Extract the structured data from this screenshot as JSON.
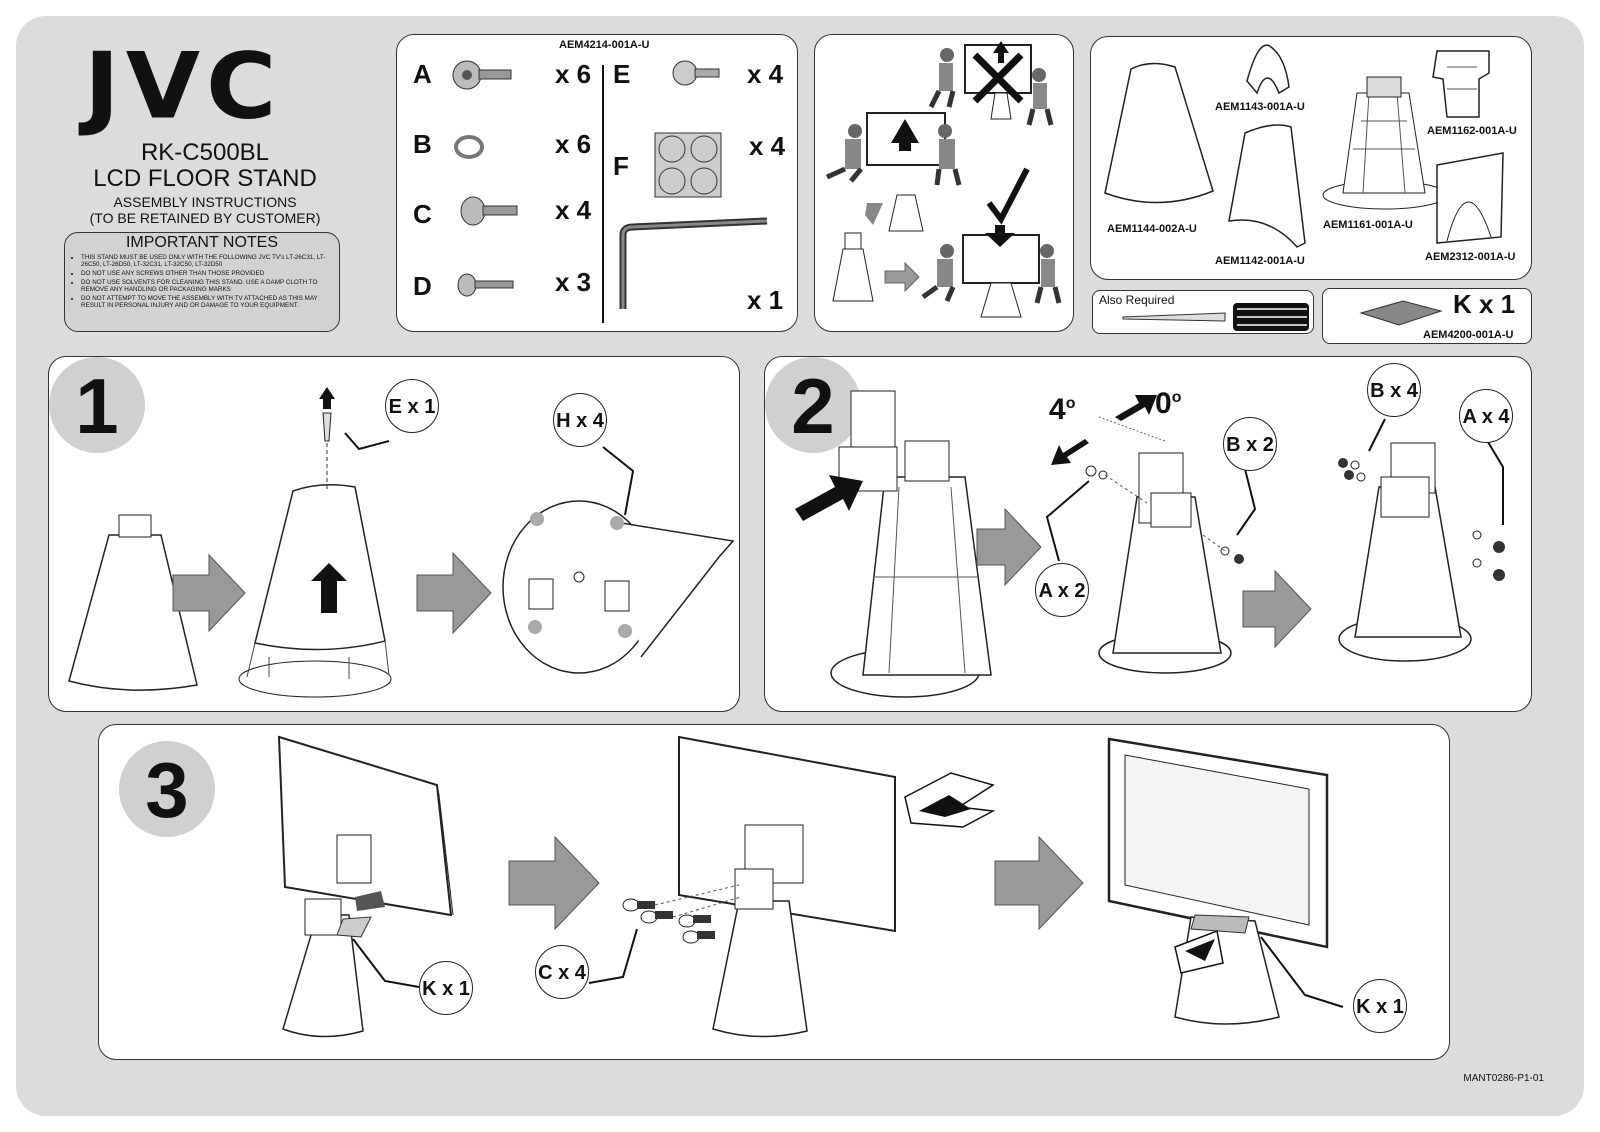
{
  "header": {
    "brand": "JVC",
    "model": "RK-C500BL",
    "product": "LCD FLOOR STAND",
    "instructions_line1": "ASSEMBLY INSTRUCTIONS",
    "instructions_line2": "(TO BE RETAINED BY CUSTOMER)"
  },
  "notes": {
    "title": "IMPORTANT NOTES",
    "items": [
      "THIS STAND MUST BE USED ONLY WITH THE FOLLOWING JVC TV's LT-26C31, LT-26C50, LT-26D50, LT-32C31, LT-32C50, LT-32D50",
      "DO NOT USE ANY  SCREWS OTHER THAN THOSE PROVIDED",
      "DO NOT USE SOLVENTS FOR CLEANING THIS STAND. USE A DAMP CLOTH TO REMOVE ANY HANDLING OR PACKAGING MARKS",
      "DO NOT ATTEMPT TO MOVE THE ASSEMBLY WITH TV ATTACHED AS THIS MAY RESULT IN PERSONAL INJURY AND OR DAMAGE TO YOUR EQUIPMENT."
    ]
  },
  "parts": {
    "pack_code": "AEM4214-001A-U",
    "items": [
      {
        "letter": "A",
        "qty": "x 6"
      },
      {
        "letter": "B",
        "qty": "x 6"
      },
      {
        "letter": "C",
        "qty": "x 4"
      },
      {
        "letter": "D",
        "qty": "x 3"
      },
      {
        "letter": "E",
        "qty": "x 4"
      },
      {
        "letter": "F",
        "qty": "x 4"
      }
    ],
    "key_qty": "x 1"
  },
  "components": {
    "codes": [
      "AEM1143-001A-U",
      "AEM1162-001A-U",
      "AEM1144-002A-U",
      "AEM1161-001A-U",
      "AEM1142-001A-U",
      "AEM2312-001A-U"
    ]
  },
  "also_required": "Also Required",
  "k_part": {
    "label": "K x 1",
    "code": "AEM4200-001A-U"
  },
  "steps": {
    "s1": {
      "number": "1",
      "callouts": [
        "E x 1",
        "H x 4"
      ]
    },
    "s2": {
      "number": "2",
      "callouts": [
        "A x 2",
        "B x 2",
        "B x 4",
        "A x 4"
      ],
      "angle_a": "4",
      "angle_b": "0"
    },
    "s3": {
      "number": "3",
      "callouts": [
        "K x 1",
        "C x 4",
        "K x 1"
      ]
    }
  },
  "footer": {
    "doc_code": "MANT0286-P1-01"
  }
}
